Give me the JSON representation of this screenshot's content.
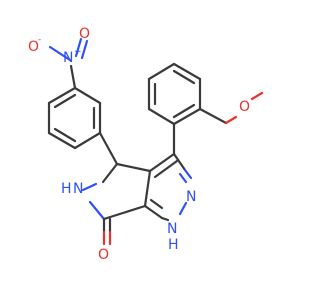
{
  "atoms": {
    "nitro_o_minus": {
      "symbol": "O",
      "charge": "-",
      "color": "#e8322b"
    },
    "nitro_n_plus": {
      "symbol": "N",
      "charge": "+",
      "color": "#3050f8"
    },
    "nitro_o": {
      "symbol": "O",
      "color": "#e8322b"
    },
    "methoxy_o": {
      "symbol": "O",
      "color": "#e8322b"
    },
    "lactam_nh": {
      "symbol": "H",
      "color": "#3050f8"
    },
    "lactam_n": {
      "symbol": "N",
      "color": "#3050f8"
    },
    "pyrazole_n2": {
      "symbol": "N",
      "color": "#3050f8"
    },
    "pyrazole_n1": {
      "symbol": "N",
      "color": "#3050f8"
    },
    "pyrazole_nh": {
      "symbol": "H",
      "color": "#3050f8"
    },
    "carbonyl_o": {
      "symbol": "O",
      "color": "#e8322b"
    }
  }
}
